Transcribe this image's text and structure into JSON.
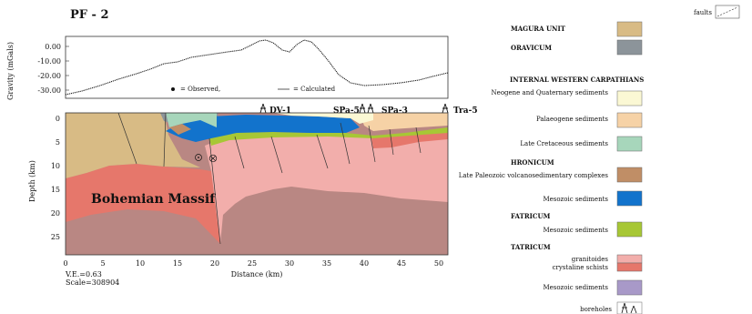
{
  "profile_title": "PF - 2",
  "gravity_panel": {
    "ylabel": "Gravity (mGals)",
    "ticks": [
      "0.00",
      "-10.00",
      "-20.00",
      "-30.00"
    ],
    "legend_observed": "= Observed,",
    "legend_calculated": "= Calculated"
  },
  "section_panel": {
    "ylabel": "Depth (km)",
    "xlabel": "Distance (km)",
    "depth_ticks": [
      "0",
      "5",
      "10",
      "15",
      "20",
      "25"
    ],
    "distance_ticks": [
      "0",
      "5",
      "10",
      "15",
      "20",
      "25",
      "30",
      "35",
      "40",
      "45",
      "50"
    ],
    "ve_label": "V.E.=0.63",
    "scale_label": "Scale=308904",
    "massif_label": "Bohemian Massif",
    "wells": [
      "DV-1",
      "SPa-5",
      "SPa-3",
      "Tra-5"
    ]
  },
  "legend": {
    "faults": "faults",
    "magura": "MAGURA UNIT",
    "oravicum": "ORAVICUM",
    "iwc": "INTERNAL WESTERN CARPATHIANS",
    "neogene": "Neogene and Quaternary sediments",
    "palaeogene": "Palaeogene sediments",
    "late_cretaceous": "Late Cretaceous sediments",
    "hronicum": "HRONICUM",
    "late_paleozoic": "Late Paleozoic volcanosedimentary complexes",
    "hron_mesozoic": "Mesozoic sediments",
    "fatricum": "FATRICUM",
    "fatr_mesozoic": "Mesozoic sediments",
    "tatricum": "TATRICUM",
    "granitoides": "granitoides",
    "crystalline": "crystaline schists",
    "tatr_mesozoic": "Mesozoic sediments",
    "boreholes": "boreholes"
  },
  "colors": {
    "magura": "#d8bb85",
    "oravicum": "#8c949a",
    "neogene": "#fbf8d4",
    "palaeogene": "#f6d2a6",
    "late_cretaceous": "#a7d6bb",
    "late_paleozoic": "#c08e66",
    "hron_mesozoic": "#1273cc",
    "fatr_mesozoic": "#a7c735",
    "granitoides": "#f2aeab",
    "crystalline": "#e6776b",
    "tatr_mesozoic": "#a899c8",
    "lower_crust": "#b98783"
  }
}
